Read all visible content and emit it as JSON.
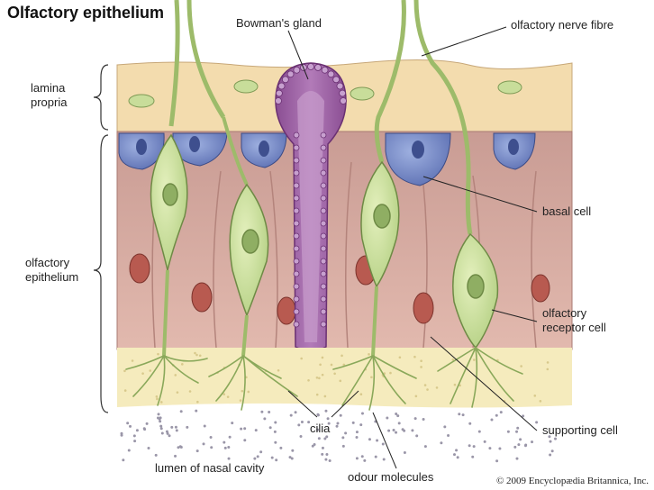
{
  "title": "Olfactory epithelium",
  "labels": {
    "lamina_propria": "lamina\npropria",
    "olfactory_epithelium": "olfactory\nepithelium",
    "bowmans_gland": "Bowman's gland",
    "olfactory_nerve_fibre": "olfactory nerve fibre",
    "basal_cell": "basal cell",
    "olfactory_receptor_cell": "olfactory\nreceptor cell",
    "supporting_cell": "supporting cell",
    "cilia": "cilia",
    "lumen": "lumen of nasal cavity",
    "odour_molecules": "odour molecules"
  },
  "credit": "© 2009 Encyclopædia Britannica, Inc.",
  "colors": {
    "lamina": "#f3dcae",
    "epithelium": "#d8aaa2",
    "basal_cell": "#6f85c4",
    "receptor_cell": "#cfe3a0",
    "gland": "#a064a8",
    "mucus": "#f5ebbd",
    "nucleus_red": "#b85a50",
    "nerve": "#c9dd95"
  }
}
